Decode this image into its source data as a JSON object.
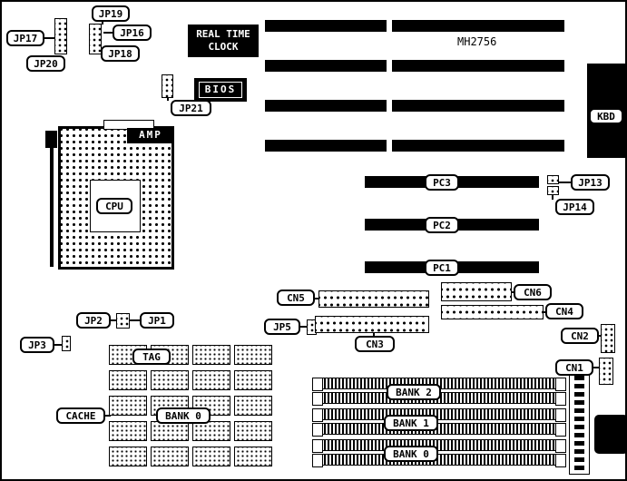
{
  "board": {
    "model": "MH2756"
  },
  "labels": {
    "jp19": "JP19",
    "jp17": "JP17",
    "jp16": "JP16",
    "jp20": "JP20",
    "jp18": "JP18",
    "jp21": "JP21",
    "jp13": "JP13",
    "jp14": "JP14",
    "jp1": "JP1",
    "jp2": "JP2",
    "jp3": "JP3",
    "jp5": "JP5",
    "cn1": "CN1",
    "cn2": "CN2",
    "cn3": "CN3",
    "cn4": "CN4",
    "cn5": "CN5",
    "cn6": "CN6",
    "rtc_line1": "REAL TIME",
    "rtc_line2": "CLOCK",
    "bios": "BIOS",
    "kbd": "KBD",
    "amp": "AMP",
    "cpu": "CPU",
    "tag": "TAG",
    "cache": "CACHE",
    "cache_bank0": "BANK 0",
    "pc1": "PC1",
    "pc2": "PC2",
    "pc3": "PC3",
    "bank2": "BANK 2",
    "bank1": "BANK 1",
    "bank0": "BANK 0"
  },
  "colors": {
    "ink": "#000000",
    "paper": "#ffffff"
  }
}
